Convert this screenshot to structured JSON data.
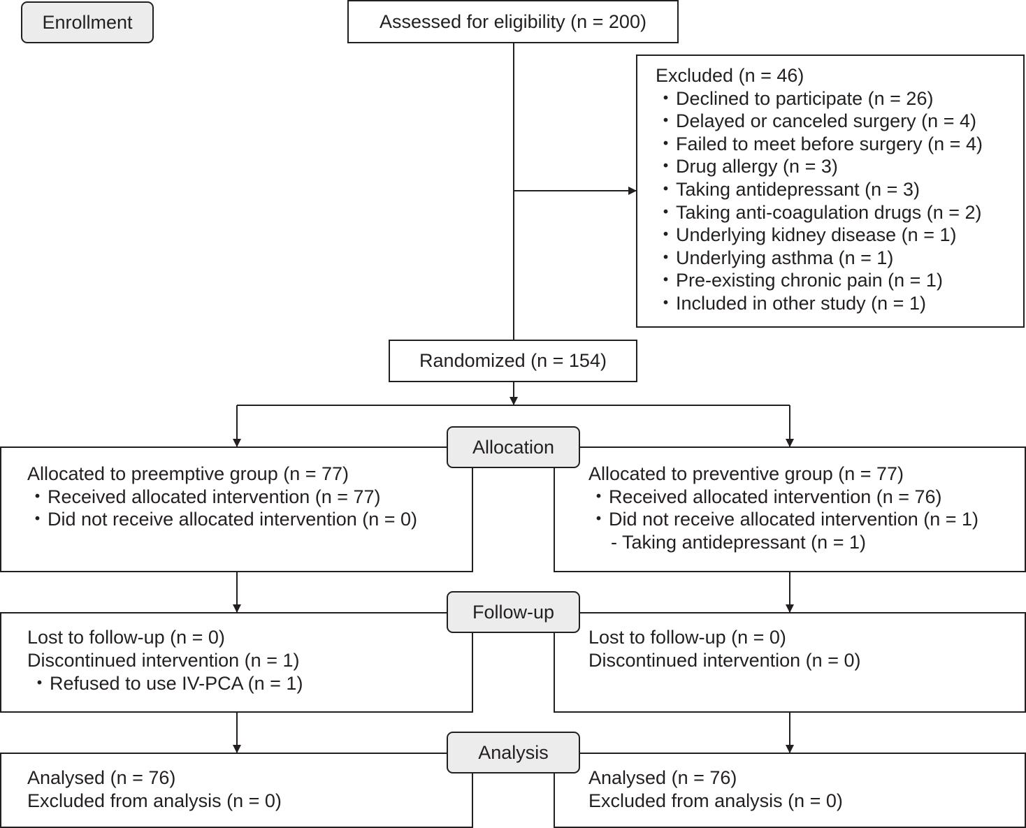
{
  "stages": {
    "enrollment": "Enrollment",
    "allocation": "Allocation",
    "follow_up": "Follow-up",
    "analysis": "Analysis"
  },
  "assessed": "Assessed for eligibility (n = 200)",
  "excluded": {
    "title": "Excluded (n = 46)",
    "reasons": [
      "Declined to participate (n = 26)",
      "Delayed or canceled surgery (n = 4)",
      "Failed to meet before surgery (n = 4)",
      "Drug allergy (n = 3)",
      "Taking antidepressant (n = 3)",
      "Taking anti-coagulation drugs (n = 2)",
      "Underlying kidney disease (n = 1)",
      "Underlying asthma (n = 1)",
      "Pre-existing chronic pain (n = 1)",
      "Included in other study (n = 1)"
    ]
  },
  "randomized": "Randomized (n = 154)",
  "left": {
    "allocation": {
      "title": "Allocated to preemptive group (n = 77)",
      "items": [
        "Received allocated intervention (n = 77)",
        "Did not receive allocated intervention (n = 0)"
      ]
    },
    "follow_up": {
      "lines": [
        "Lost to follow-up (n = 0)",
        "Discontinued intervention (n = 1)"
      ],
      "items": [
        "Refused to use IV-PCA (n = 1)"
      ]
    },
    "analysis": {
      "lines": [
        "Analysed (n = 76)",
        "Excluded from analysis (n = 0)"
      ]
    }
  },
  "right": {
    "allocation": {
      "title": "Allocated to preventive group (n = 77)",
      "items": [
        "Received allocated intervention (n = 76)",
        "Did not receive allocated intervention (n = 1)"
      ],
      "sub_items": [
        "Taking antidepressant (n = 1)"
      ]
    },
    "follow_up": {
      "lines": [
        "Lost to follow-up (n = 0)",
        "Discontinued intervention (n = 0)"
      ]
    },
    "analysis": {
      "lines": [
        "Analysed (n = 76)",
        "Excluded from analysis (n = 0)"
      ]
    }
  },
  "colors": {
    "line": "#231f20",
    "stage_fill": "#ececec",
    "box_fill": "#ffffff"
  }
}
